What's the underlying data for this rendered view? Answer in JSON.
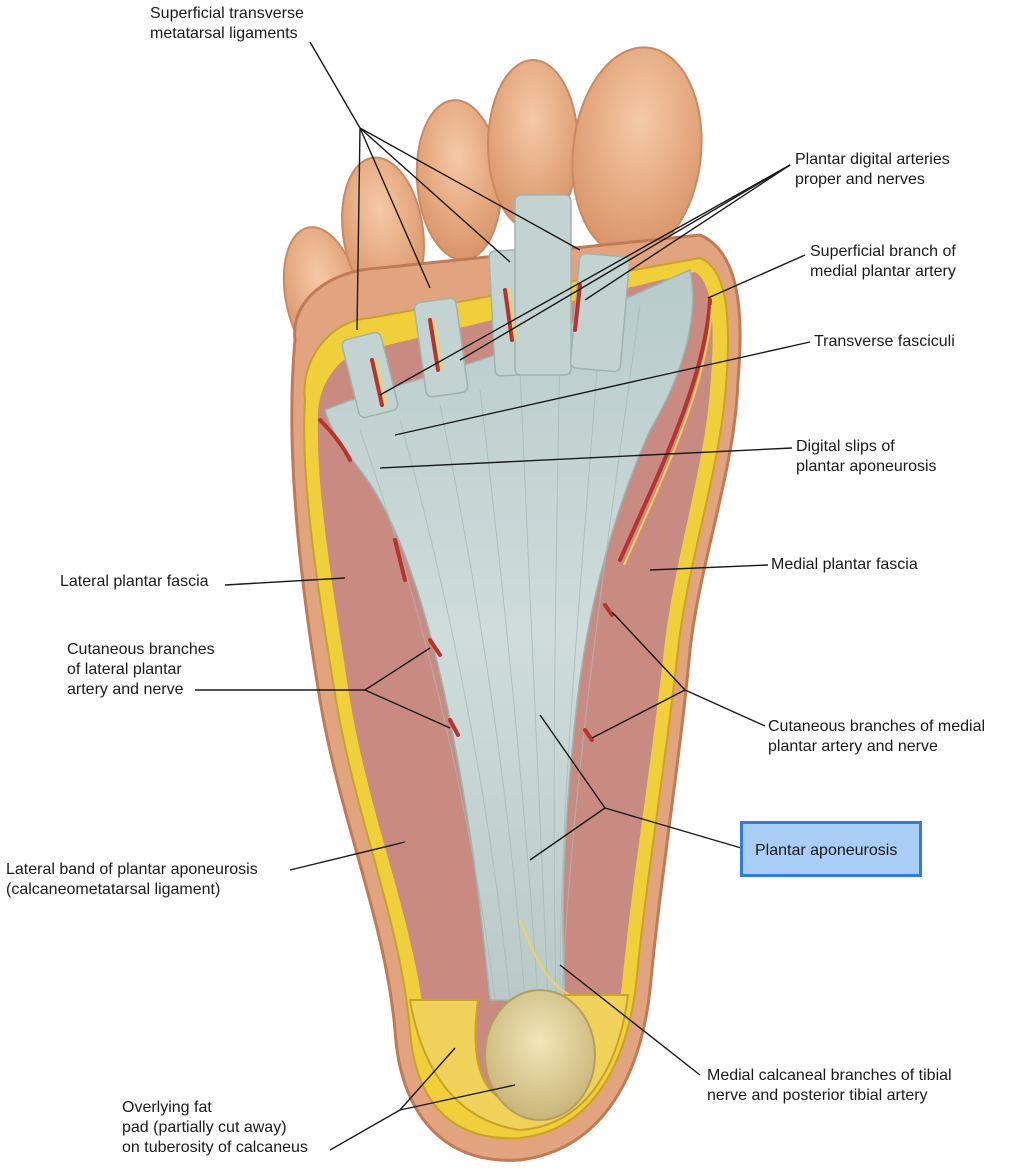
{
  "labels": {
    "superficial_transverse": [
      "Superficial transverse",
      "metatarsal ligaments"
    ],
    "plantar_digital_arteries": [
      "Plantar digital arteries",
      "proper and nerves"
    ],
    "superficial_branch": [
      "Superficial branch of",
      "medial plantar artery"
    ],
    "transverse_fasciculi": [
      "Transverse fasciculi"
    ],
    "digital_slips": [
      "Digital slips of",
      "plantar aponeurosis"
    ],
    "medial_plantar_fascia": [
      "Medial plantar fascia"
    ],
    "lateral_plantar_fascia": [
      "Lateral plantar fascia"
    ],
    "cutaneous_lateral": [
      "Cutaneous branches",
      "of lateral plantar",
      "artery and nerve"
    ],
    "cutaneous_medial": [
      "Cutaneous branches of medial",
      "plantar artery and nerve"
    ],
    "plantar_aponeurosis": [
      "Plantar aponeurosis"
    ],
    "lateral_band": [
      "Lateral band of plantar aponeurosis",
      "(calcaneometatarsal ligament)"
    ],
    "medial_calcaneal": [
      "Medial calcaneal branches of tibial",
      "nerve and posterior tibial artery"
    ],
    "fat_pad": [
      "Overlying fat",
      "pad (partially cut away)",
      "on tuberosity of calcaneus"
    ]
  },
  "colors": {
    "skin": "#e9b48f",
    "skin_edge": "#c98a63",
    "fat": "#f0cf3a",
    "fascia": "#c9d8d6",
    "muscle": "#c98a82",
    "vessel": "#b8322e",
    "nerve": "#f2d25e",
    "highlight_fill": "#a9cdf5",
    "highlight_border": "#2f7be0"
  }
}
